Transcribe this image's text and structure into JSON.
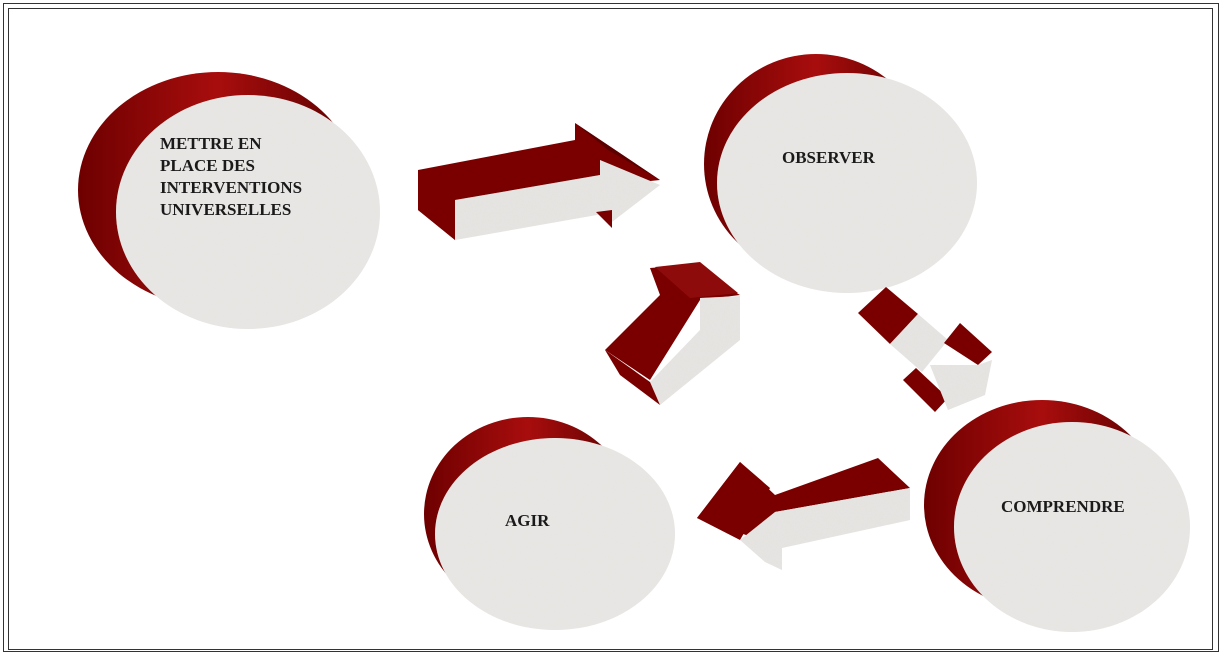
{
  "colors": {
    "disc_side": "#8b0000",
    "disc_side_light": "#b01a1a",
    "disc_face": "#e8e6e3",
    "arrow_dark": "#7a0000",
    "label_text": "#1a1a1a"
  },
  "nodes": {
    "interventions": {
      "lines": [
        "METTRE EN",
        "PLACE DES",
        "INTERVENTIONS",
        "UNIVERSELLES"
      ]
    },
    "observer": {
      "label": "OBSERVER"
    },
    "agir": {
      "label": "AGIR"
    },
    "comprendre": {
      "label": "COMPRENDRE"
    }
  },
  "edges": [
    {
      "from": "interventions",
      "to": "observer",
      "style": "solid"
    },
    {
      "from": "observer",
      "to": "comprendre",
      "style": "dashed"
    },
    {
      "from": "comprendre",
      "to": "agir",
      "style": "solid"
    },
    {
      "from": "agir",
      "to": "observer",
      "style": "solid"
    }
  ]
}
